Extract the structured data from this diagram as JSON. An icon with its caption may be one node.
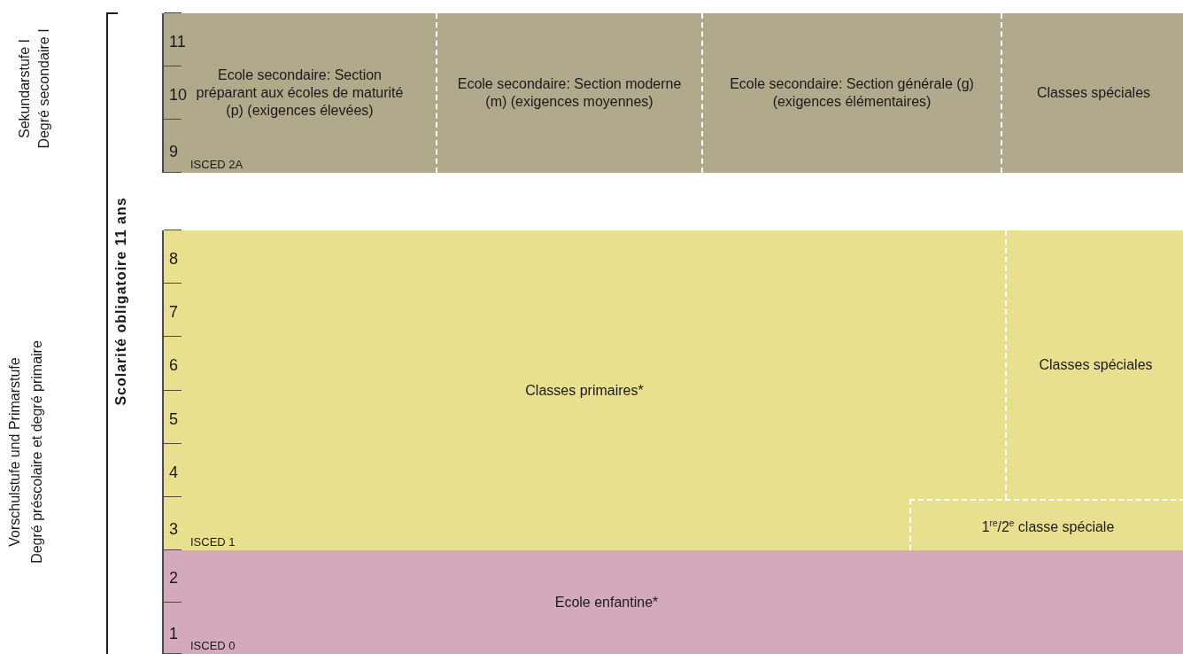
{
  "diagram": {
    "nodes": [
      {
        "text": [
          "11",
          "10",
          "9",
          "ISCED 2A"
        ]
      },
      {
        "text": [
          "Ecole secondaire: Section préparant aux écoles de maturité (p) (exigences élevées)"
        ],
        "in": 0
      },
      {
        "text": [
          "Ecole secondaire: Section moderne (m) (exigences moyennes)"
        ],
        "in": 0
      },
      {
        "text": [
          "Ecole secondaire: Section générale (g) (exigences élémentaires)"
        ],
        "in": 0
      },
      {
        "text": [
          "Classes spéciales"
        ],
        "in": 0
      },
      {
        "text": [
          "8",
          "7",
          "6",
          "5",
          "4",
          "3",
          "ISCED 1"
        ]
      },
      {
        "text": [
          "Classes primaires*"
        ],
        "in": 5
      },
      {
        "text": [
          "Classes spéciales"
        ],
        "in": 5
      },
      {
        "text": [
          "1$^{re}$/2$^{e}$ classe spéciale"
        ],
        "in": 5
      },
      {
        "text": [
          "2",
          "1",
          "ISCED 0"
        ]
      },
      {
        "text": [
          "Ecole enfantine*"
        ],
        "in": 9
      }
    ],
    "labels": [
      "Sekundarstufe I",
      "Degré secondaire I",
      "Scolarité obligatoire 11 ans",
      "Vorschulstufe und Primarstufe",
      "Degré préscolaire et degré primaire"
    ]
  }
}
